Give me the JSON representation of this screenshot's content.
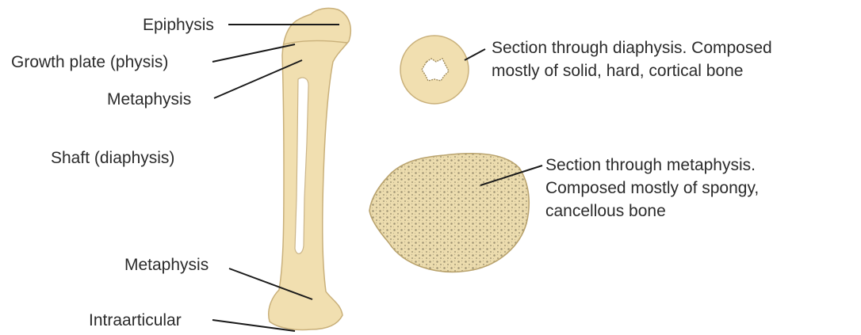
{
  "labels": {
    "epiphysis": "Epiphysis",
    "growth_plate": "Growth plate (physis)",
    "metaphysis_top": "Metaphysis",
    "shaft": "Shaft (diaphysis)",
    "metaphysis_bottom": "Metaphysis",
    "intraarticular": "Intraarticular"
  },
  "sections": {
    "diaphysis": {
      "line1": "Section through diaphysis. Composed",
      "line2": "mostly of solid, hard, cortical bone"
    },
    "metaphysis": {
      "line1": "Section through metaphysis.",
      "line2": "Composed mostly of spongy,",
      "line3": "cancellous bone"
    }
  },
  "colors": {
    "bone": "#f1dfb0",
    "bone_outline": "#c9b07a",
    "marrow": "#ffffff",
    "cancellous_dot": "#8a7f63",
    "leader_line": "#1a1a1a"
  }
}
